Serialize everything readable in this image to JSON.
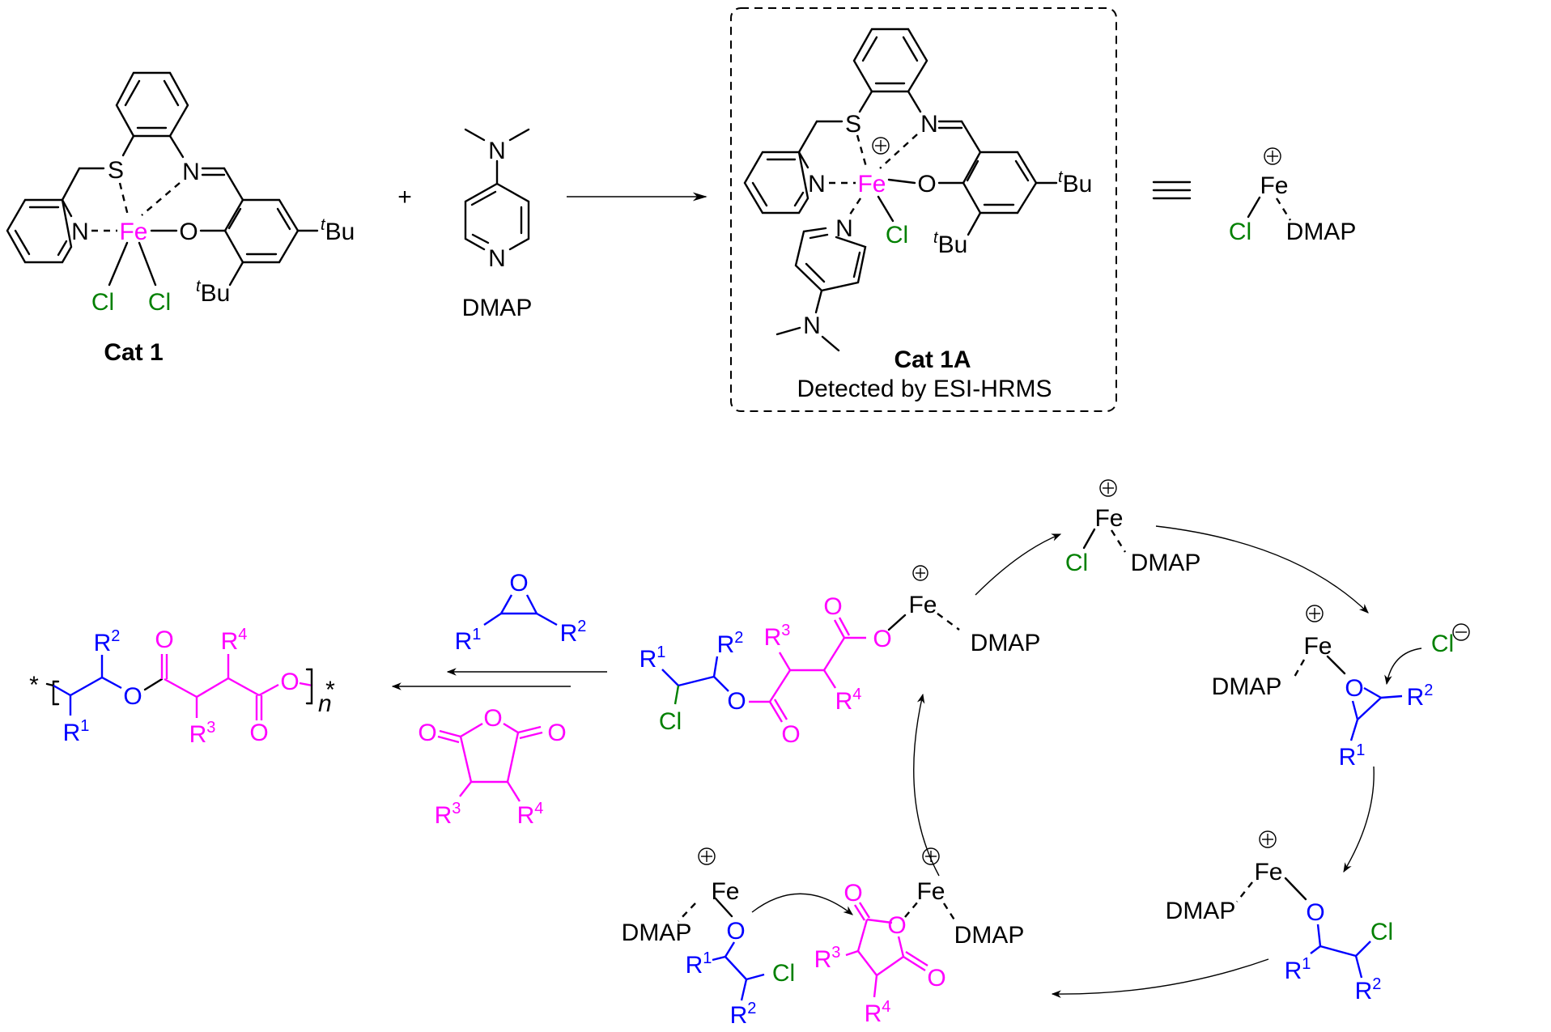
{
  "colors": {
    "iron": "#ff00ff",
    "chlorine": "#008000",
    "epoxide_fragment": "#0000ff",
    "anhydride_fragment": "#ff00ff"
  },
  "top_scheme": {
    "cat1": {
      "label": "Cat 1",
      "atoms": {
        "S": "S",
        "N_imine": "N",
        "N_py": "N",
        "Fe": "Fe",
        "O": "O",
        "Cl1": "Cl",
        "Cl2": "Cl",
        "tBu1_pre": "t",
        "tBu1": "Bu",
        "tBu2_pre": "t",
        "tBu2": "Bu"
      }
    },
    "plus": "+",
    "dmap": {
      "label": "DMAP",
      "atoms": {
        "N_amine": "N",
        "N_ring": "N"
      }
    },
    "cat1a": {
      "label": "Cat 1A",
      "note": "Detected by ESI-HRMS",
      "atoms": {
        "S": "S",
        "N_imine": "N",
        "N_py": "N",
        "Fe": "Fe",
        "O": "O",
        "Cl": "Cl",
        "N_dmap": "N",
        "N_amine": "N",
        "tBu1_pre": "t",
        "tBu1": "Bu",
        "tBu2_pre": "t",
        "tBu2": "Bu"
      },
      "charge": "+"
    },
    "equivalent_symbol": "≡",
    "simplified": {
      "Fe": "Fe",
      "Cl": "Cl",
      "ligand": "DMAP",
      "charge": "+"
    }
  },
  "polymer": {
    "star_left": "*",
    "star_right": "*",
    "repeat_subscript": "n",
    "R1": "R",
    "R1_sup": "1",
    "R2": "R",
    "R2_sup": "2",
    "R3": "R",
    "R3_sup": "3",
    "R4": "R",
    "R4_sup": "4",
    "O_ester": "O",
    "O_carbonyl1": "O",
    "O_carbonyl2": "O",
    "O_end": "O"
  },
  "monomers": {
    "epoxide": {
      "O": "O",
      "R1": "R",
      "R1_sup": "1",
      "R2": "R",
      "R2_sup": "2"
    },
    "anhydride": {
      "O_ring": "O",
      "O_left": "O",
      "O_right": "O",
      "R3": "R",
      "R3_sup": "3",
      "R4": "R",
      "R4_sup": "4"
    }
  },
  "cycle": {
    "species_fe_cl": {
      "Fe": "Fe",
      "Cl": "Cl",
      "ligand": "DMAP",
      "charge": "+"
    },
    "species_epoxide_bound": {
      "Fe": "Fe",
      "ligand": "DMAP",
      "O": "O",
      "R1": "R",
      "R1_sup": "1",
      "R2": "R",
      "R2_sup": "2",
      "charge": "+"
    },
    "chloride_ion": {
      "Cl": "Cl",
      "charge": "−"
    },
    "species_alkoxide_right": {
      "Fe": "Fe",
      "ligand": "DMAP",
      "O": "O",
      "Cl": "Cl",
      "R1": "R",
      "R1_sup": "1",
      "R2": "R",
      "R2_sup": "2",
      "charge": "+"
    },
    "species_alkoxide_left": {
      "Fe": "Fe",
      "ligand": "DMAP",
      "O": "O",
      "Cl": "Cl",
      "R1": "R",
      "R1_sup": "1",
      "R2": "R",
      "R2_sup": "2",
      "charge": "+"
    },
    "species_anhydride_bound": {
      "Fe": "Fe",
      "ligand": "DMAP",
      "O_ring": "O",
      "O_top": "O",
      "O_bottom": "O",
      "R3": "R",
      "R3_sup": "3",
      "R4": "R",
      "R4_sup": "4",
      "charge": "+"
    },
    "species_ring_opened": {
      "Fe": "Fe",
      "ligand": "DMAP",
      "Cl": "Cl",
      "O1": "O",
      "O2": "O",
      "O3": "O",
      "O4": "O",
      "R1": "R",
      "R1_sup": "1",
      "R2": "R",
      "R2_sup": "2",
      "R3": "R",
      "R3_sup": "3",
      "R4": "R",
      "R4_sup": "4",
      "charge": "+"
    }
  }
}
